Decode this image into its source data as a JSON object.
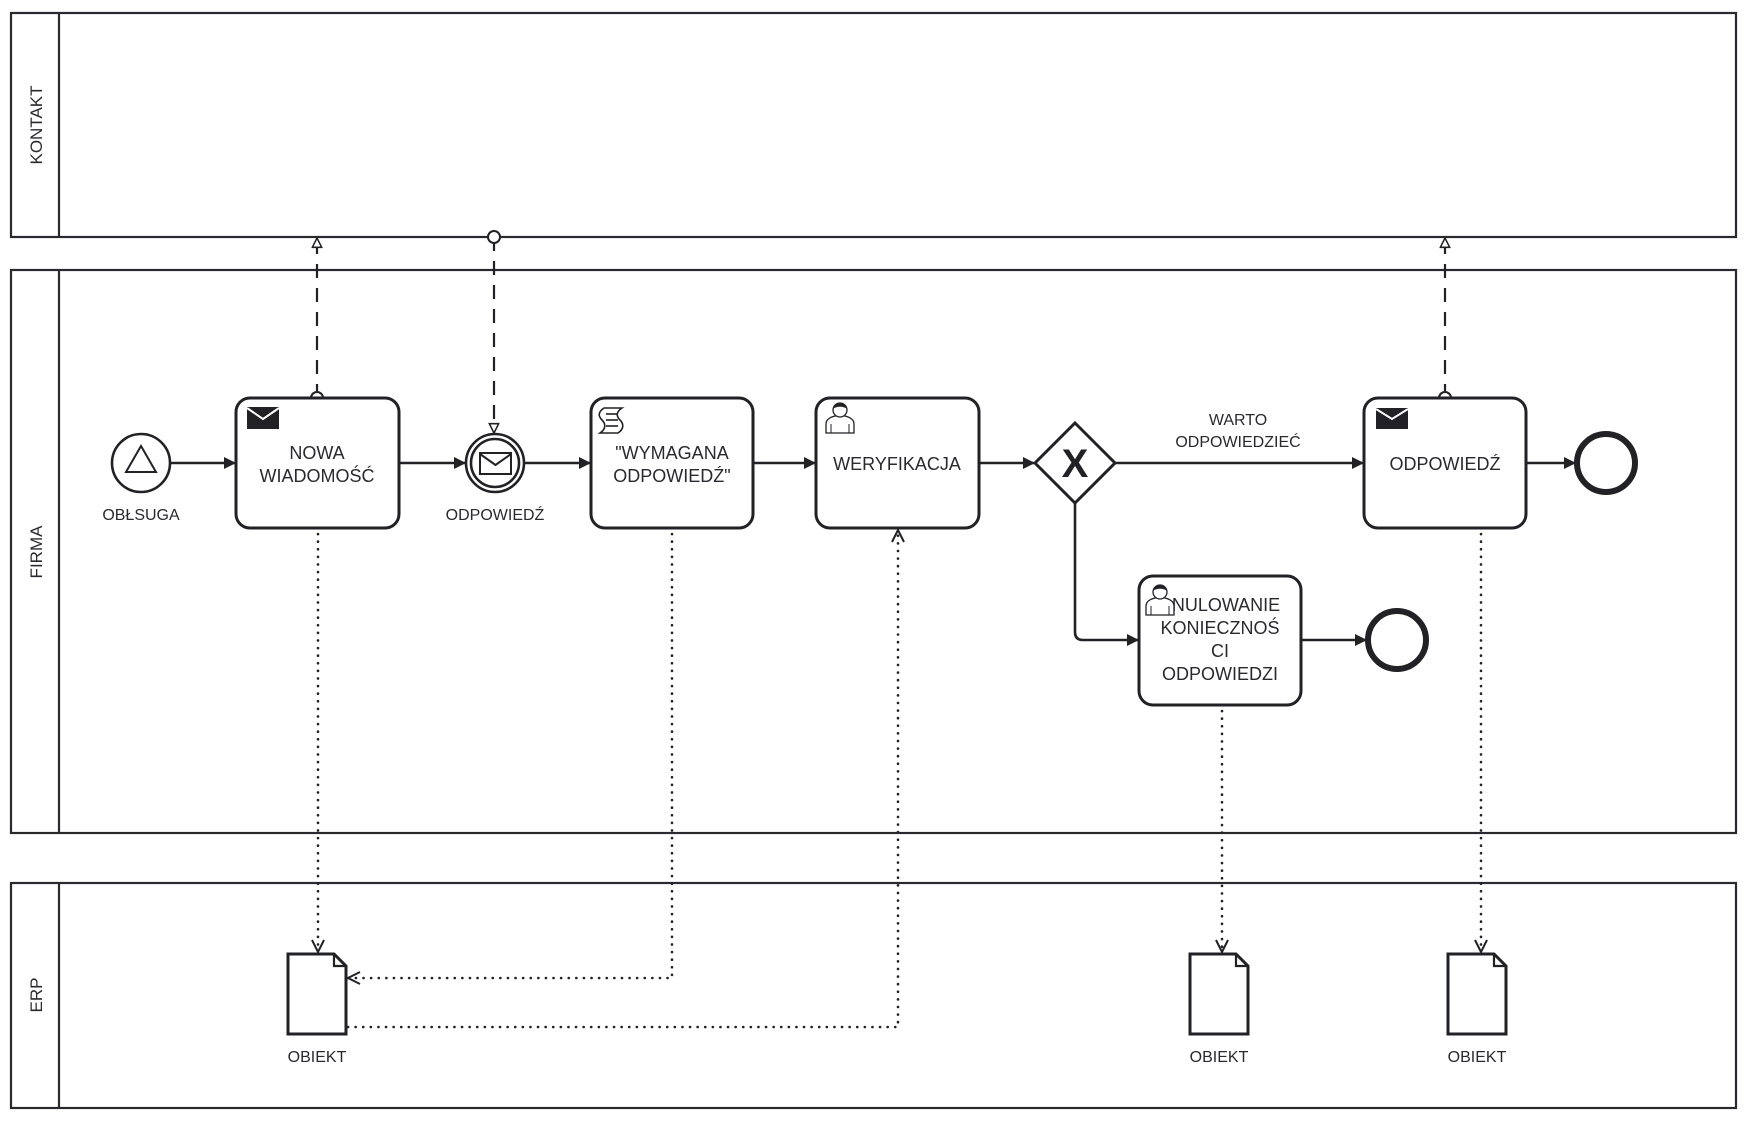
{
  "diagram": {
    "type": "BPMN collaboration",
    "colors": {
      "stroke": "#222226",
      "background": "#ffffff",
      "text": "#2a2a2e"
    },
    "pools": [
      {
        "id": "kontakt",
        "label": "KONTAKT"
      },
      {
        "id": "firma",
        "label": "FIRMA"
      },
      {
        "id": "erp",
        "label": "ERP"
      }
    ],
    "events": {
      "start": {
        "label": "OBŁSUGA",
        "icon": "signal-triangle-icon"
      },
      "intermediate_catch": {
        "label": "ODPOWIEDŹ",
        "icon": "envelope-icon"
      },
      "end_main": {
        "label": ""
      },
      "end_cancel": {
        "label": ""
      }
    },
    "tasks": {
      "nowa_wiadomosc": {
        "line1": "NOWA",
        "line2": "WIADOMOŚĆ",
        "icon": "send-envelope-icon"
      },
      "wymagana_odpowiedz": {
        "line1": "\"WYMAGANA",
        "line2": "ODPOWIEDŹ\"",
        "icon": "script-icon"
      },
      "weryfikacja": {
        "line1": "WERYFIKACJA",
        "icon": "user-icon"
      },
      "odpowiedz": {
        "line1": "ODPOWIEDŹ",
        "icon": "send-envelope-icon"
      },
      "anulowanie": {
        "line1": "ANULOWANIE",
        "line2": "KONIECZNOŚ",
        "line3": "CI",
        "line4": "ODPOWIEDZI",
        "icon": "user-icon"
      }
    },
    "gateway": {
      "type": "exclusive",
      "symbol": "X",
      "condition_label_line1": "WARTO",
      "condition_label_line2": "ODPOWIEDZIEĆ"
    },
    "data_objects": [
      {
        "label": "OBIEKT"
      },
      {
        "label": "OBIEKT"
      },
      {
        "label": "OBIEKT"
      }
    ]
  }
}
